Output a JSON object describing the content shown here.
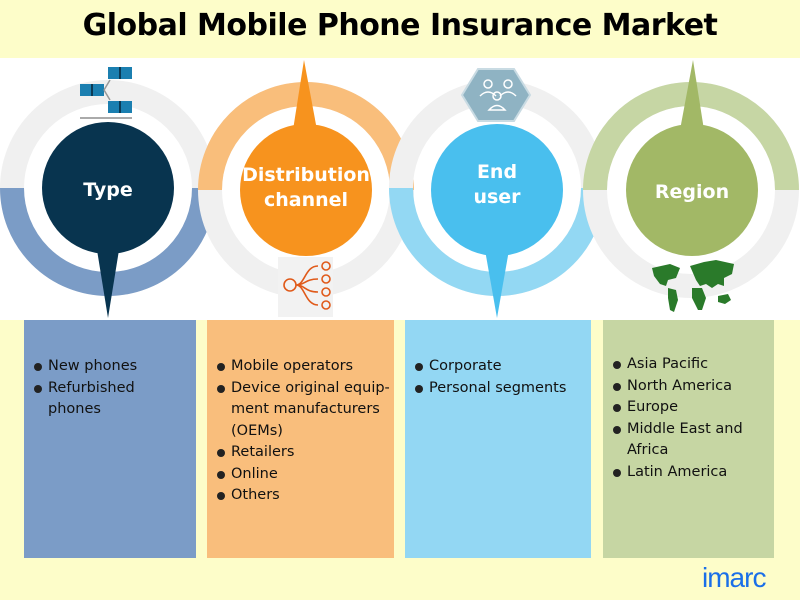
{
  "title": "Global Mobile Phone Insurance Market",
  "segments": [
    {
      "label_lines": [
        "Type"
      ],
      "color": "#08344f",
      "ring_color": "#7b9cc6",
      "box_color": "#7b9cc7",
      "icon": "network-blocks-icon",
      "items": [
        "New phones",
        "Refurbished phones"
      ]
    },
    {
      "label_lines": [
        "Distribution",
        "channel"
      ],
      "color": "#f7931e",
      "ring_color": "#f9be7b",
      "box_color": "#f9be7c",
      "icon": "distribution-icon",
      "items": [
        "Mobile operators",
        "Device original equip-ment manufacturers (OEMs)",
        "Retailers",
        "Online",
        "Others"
      ]
    },
    {
      "label_lines": [
        "End",
        "user"
      ],
      "color": "#49bfee",
      "ring_color": "#93d8f3",
      "box_color": "#93d7f3",
      "icon": "users-icon",
      "items": [
        "Corporate",
        "Personal segments"
      ]
    },
    {
      "label_lines": [
        "Region"
      ],
      "color": "#a2b866",
      "ring_color": "#c6d6a4",
      "box_color": "#c6d6a3",
      "icon": "world-map-icon",
      "items": [
        "Asia Pacific",
        "North America",
        "Europe",
        "Middle East and Africa",
        "Latin America"
      ]
    }
  ],
  "logo": "imarc"
}
